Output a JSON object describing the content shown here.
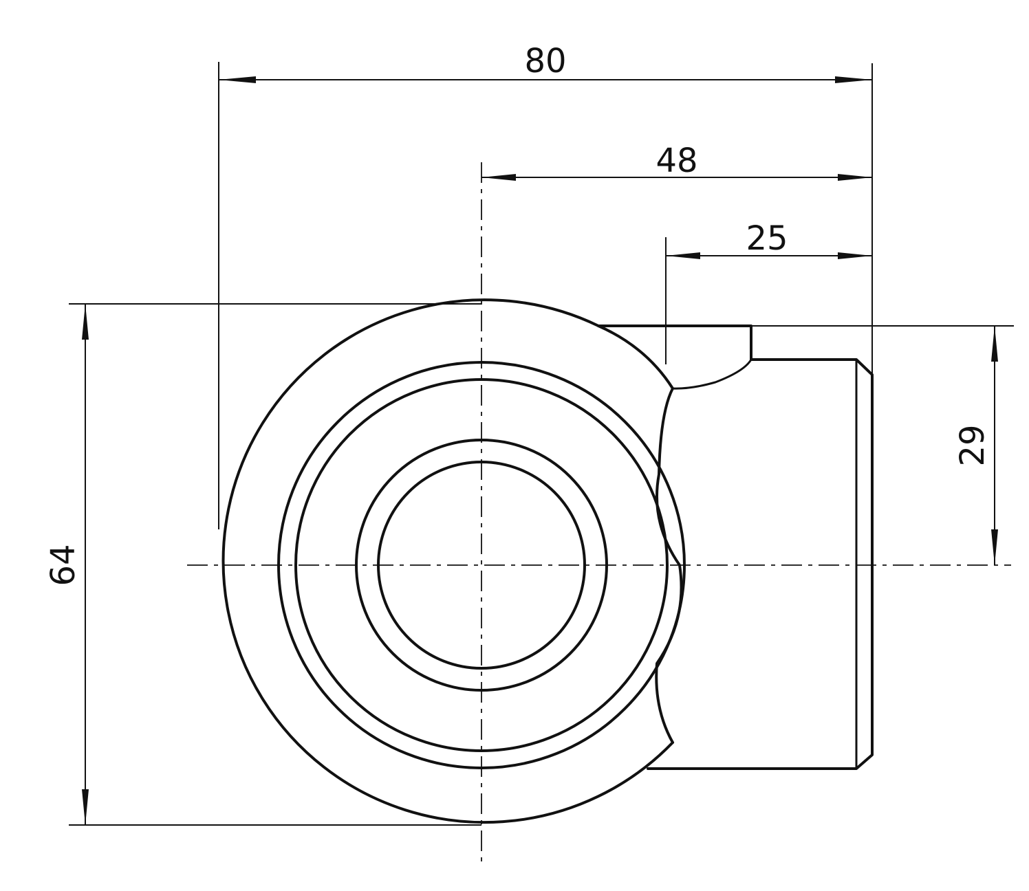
{
  "drawing": {
    "dimensions": {
      "overall_width": "80",
      "center_to_right": "48",
      "boss_width": "25",
      "diameter_height": "64",
      "boss_height": "29"
    }
  }
}
